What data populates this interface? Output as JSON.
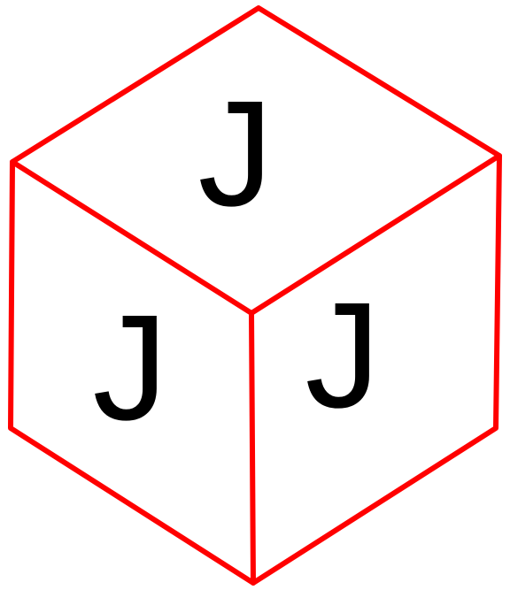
{
  "cube": {
    "edge_color": "#ff0000",
    "faces": {
      "top": {
        "letter": "J"
      },
      "left": {
        "letter": "J"
      },
      "right": {
        "letter": "J"
      }
    }
  }
}
